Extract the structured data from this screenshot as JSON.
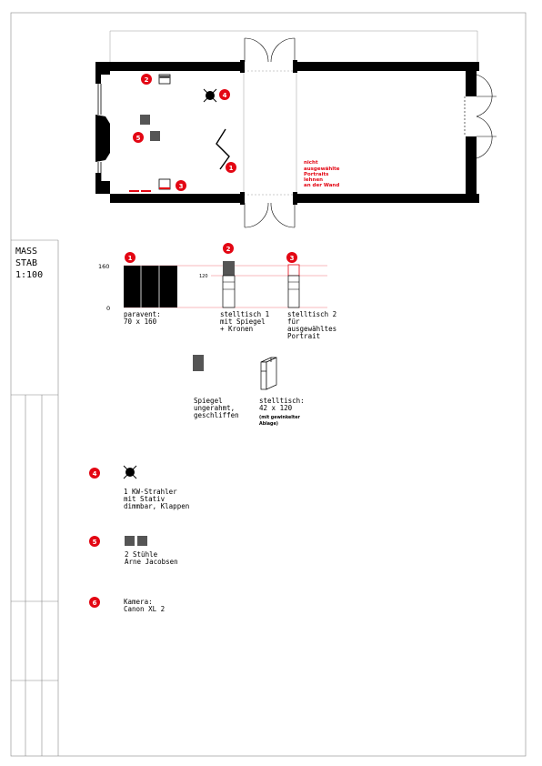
{
  "scale": {
    "line1": "MASS",
    "line2": "STAB",
    "line3": "1:100"
  },
  "markers": [
    "1",
    "2",
    "3",
    "4",
    "5",
    "6"
  ],
  "plan": {
    "note": [
      "nicht",
      "ausgewählte",
      "Portraits",
      "lehnen",
      "an der Wand"
    ]
  },
  "elevation": {
    "tick_160": "160",
    "tick_120": "120",
    "tick_0": "0",
    "paravent": [
      "paravent:",
      "70 x 160"
    ],
    "stelltisch1": [
      "stelltisch 1",
      "mit Spiegel",
      "+ Kronen"
    ],
    "stelltisch2": [
      "stelltisch 2",
      "für",
      "ausgewähltes",
      "Portrait"
    ]
  },
  "details": {
    "spiegel": [
      "Spiegel",
      "ungerahmt,",
      "geschliffen"
    ],
    "stelltisch": [
      "stelltisch:",
      "42 x 120"
    ],
    "stelltisch_note": [
      "(mit gewinkelter",
      "Ablage)"
    ]
  },
  "legend": {
    "item4": [
      "1 KW-Strahler",
      "mit Stativ",
      "dimmbar, Klappen"
    ],
    "item5": [
      "2 Stühle",
      "Arne Jacobsen"
    ],
    "item6": [
      "Kamera:",
      "Canon XL 2"
    ]
  },
  "colors": {
    "accent": "#e30613",
    "wall": "#000000",
    "gray": "#555555"
  }
}
